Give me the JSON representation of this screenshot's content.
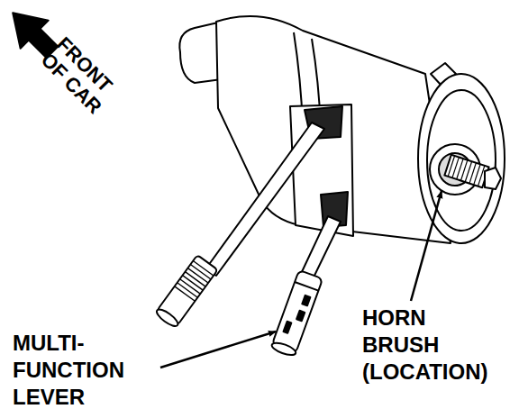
{
  "diagram": {
    "labels": [
      "FRONT OF CAR",
      "MULTI- FUNCTION LEVER",
      "HORN BRUSH (LOCATION)"
    ]
  }
}
